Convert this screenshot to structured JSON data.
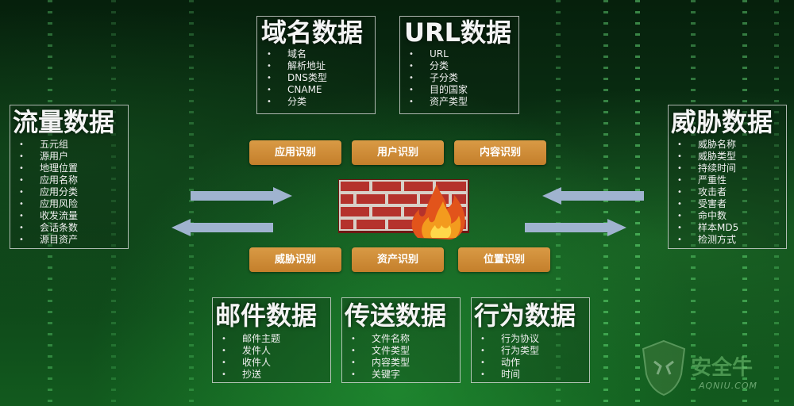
{
  "panels": {
    "domain": {
      "title": "域名数据",
      "items": [
        "域名",
        "解析地址",
        "DNS类型",
        "CNAME",
        "分类"
      ]
    },
    "url": {
      "title": "URL数据",
      "items": [
        "URL",
        "分类",
        "子分类",
        "目的国家",
        "资产类型"
      ]
    },
    "traffic": {
      "title": "流量数据",
      "items": [
        "五元组",
        "源用户",
        "地理位置",
        "应用名称",
        "应用分类",
        "应用风险",
        "收发流量",
        "会话条数",
        "源目资产"
      ]
    },
    "threat": {
      "title": "威胁数据",
      "items": [
        "威胁名称",
        "威胁类型",
        "持续时间",
        "严重性",
        "攻击者",
        "受害者",
        "命中数",
        "样本MD5",
        "检测方式"
      ]
    },
    "mail": {
      "title": "邮件数据",
      "items": [
        "邮件主题",
        "发件人",
        "收件人",
        "抄送"
      ]
    },
    "transfer": {
      "title": "传送数据",
      "items": [
        "文件名称",
        "文件类型",
        "内容类型",
        "关键字"
      ]
    },
    "behavior": {
      "title": "行为数据",
      "items": [
        "行为协议",
        "行为类型",
        "动作",
        "时间"
      ]
    }
  },
  "identify": {
    "top": [
      "应用识别",
      "用户识别",
      "内容识别"
    ],
    "bottom": [
      "威胁识别",
      "资产识别",
      "位置识别"
    ]
  },
  "watermark": {
    "brand": "安全牛",
    "site": "AQNIU.COM"
  },
  "colors": {
    "pill": "#c9852f",
    "arrow": "#9fb3cf",
    "brick": "#b5322c"
  },
  "icons": {
    "center": "firewall-icon",
    "logo": "shield-logo-icon"
  }
}
